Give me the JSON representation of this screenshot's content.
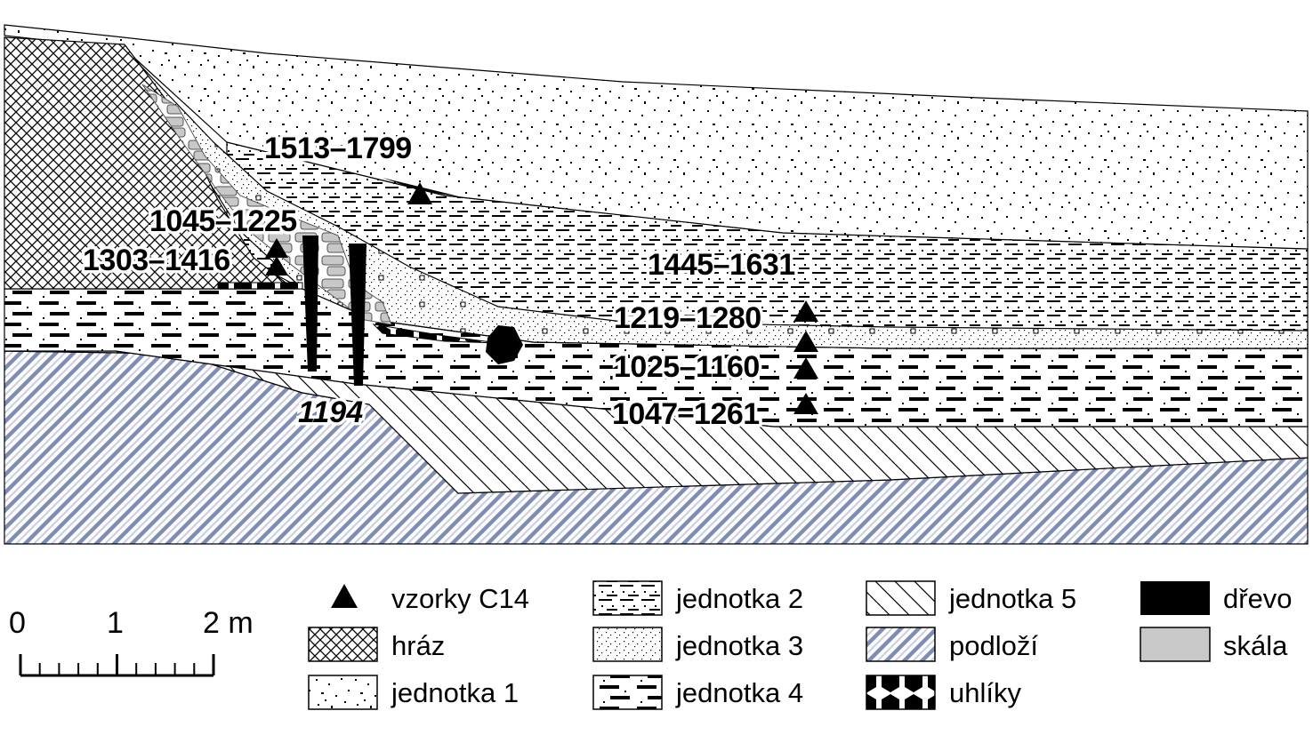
{
  "diagram": {
    "dates": [
      {
        "id": "d1513",
        "text": "1513–1799"
      },
      {
        "id": "d1045",
        "text": "1045–1225"
      },
      {
        "id": "d1303",
        "text": "1303–1416"
      },
      {
        "id": "d1445",
        "text": "1445–1631"
      },
      {
        "id": "d1219",
        "text": "1219–1280"
      },
      {
        "id": "d1025",
        "text": "1025–1160"
      },
      {
        "id": "d1047",
        "text": "1047–1261"
      },
      {
        "id": "d1194",
        "text": "1194"
      }
    ]
  },
  "legend": [
    {
      "id": "c14",
      "label": "vzorky C14",
      "icon": "triangle"
    },
    {
      "id": "hraz",
      "label": "hráz",
      "icon": "crosshatch"
    },
    {
      "id": "j1",
      "label": "jednotka 1",
      "icon": "sparse-dots"
    },
    {
      "id": "j2",
      "label": "jednotka 2",
      "icon": "dots-dashes"
    },
    {
      "id": "j3",
      "label": "jednotka 3",
      "icon": "fine-dots"
    },
    {
      "id": "j4",
      "label": "jednotka 4",
      "icon": "thick-dashes"
    },
    {
      "id": "j5",
      "label": "jednotka 5",
      "icon": "diagonal-lines"
    },
    {
      "id": "podlozi",
      "label": "podloží",
      "icon": "blue-diagonals"
    },
    {
      "id": "uhliky",
      "label": "uhlíky",
      "icon": "hexagons"
    },
    {
      "id": "drevo",
      "label": "dřevo",
      "icon": "black-fill"
    },
    {
      "id": "skala",
      "label": "skála",
      "icon": "grey-fill"
    }
  ],
  "scale": {
    "labels": [
      "0",
      "1",
      "2 m"
    ]
  },
  "colors": {
    "podlozi_stripe": "#7f8cb5",
    "skala": "#c8c8c8",
    "drevo": "#000000"
  }
}
